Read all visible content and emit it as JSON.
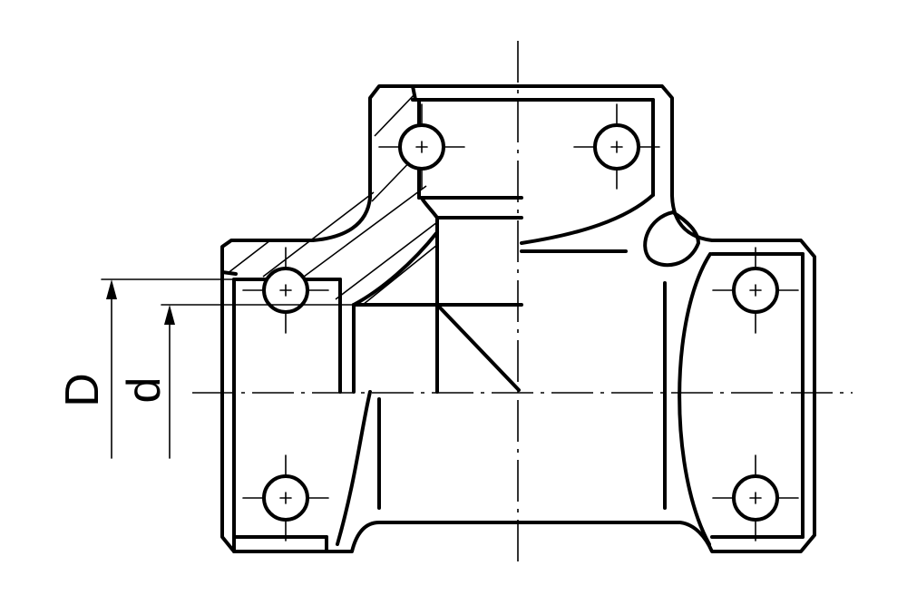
{
  "labels": {
    "outer_diameter": "D",
    "inner_diameter": "d"
  },
  "icons": {
    "bolt_hole_marker": "circle-with-crosshair",
    "dimension_arrow": "arrow-up"
  }
}
